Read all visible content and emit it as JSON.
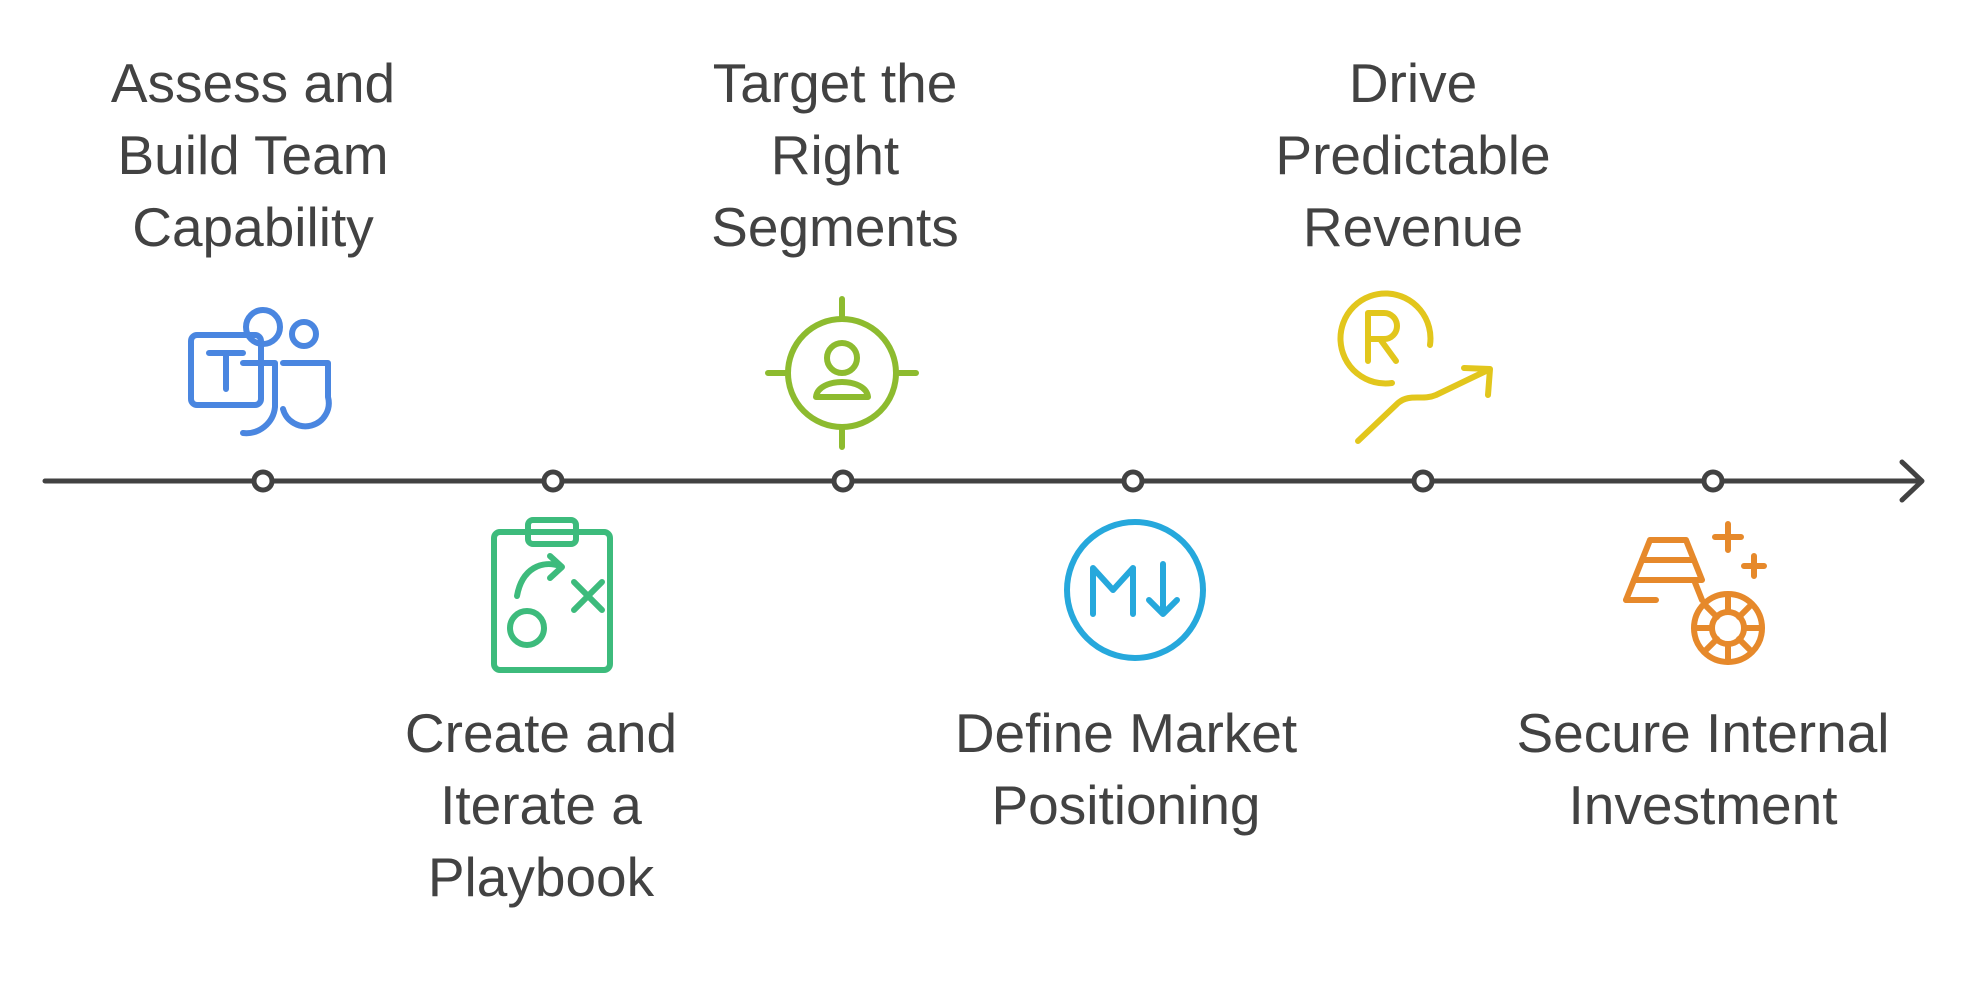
{
  "colors": {
    "axis": "#424242",
    "text": "#424242",
    "blue": "#4a86e0",
    "green": "#3dbb7c",
    "lime": "#8dbb2f",
    "cyan": "#26a8dc",
    "yellow": "#e2c61c",
    "orange": "#e6892b"
  },
  "milestones": [
    {
      "lines": [
        "Assess and",
        "Build Team",
        "Capability"
      ],
      "icon": "teams-icon",
      "color": "blue"
    },
    {
      "lines": [
        "Create and",
        "Iterate a",
        "Playbook"
      ],
      "icon": "clipboard-play-icon",
      "color": "green"
    },
    {
      "lines": [
        "Target the",
        "Right",
        "Segments"
      ],
      "icon": "target-user-icon",
      "color": "lime"
    },
    {
      "lines": [
        "Define Market",
        "Positioning"
      ],
      "icon": "markdown-icon",
      "color": "cyan"
    },
    {
      "lines": [
        "Drive",
        "Predictable",
        "Revenue"
      ],
      "icon": "revenue-growth-icon",
      "color": "yellow"
    },
    {
      "lines": [
        "Secure Internal",
        "Investment"
      ],
      "icon": "gold-bars-icon",
      "color": "orange"
    }
  ]
}
